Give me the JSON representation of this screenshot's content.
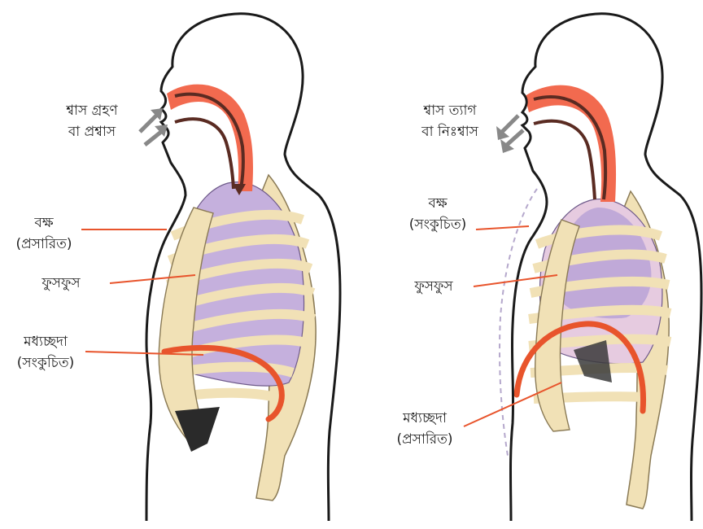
{
  "colors": {
    "skin_outline": "#1a1a1a",
    "airway": "#f26a4f",
    "airway_dark": "#5a2b22",
    "lung": "#b9a3d6",
    "lung_left_panel": "#c5b0dd",
    "lung_right_panel": "#e6cbe0",
    "rib": "#f1e1b6",
    "rib_stroke": "#8a7a55",
    "diaphragm": "#e8542c",
    "pointer": "#e8542c",
    "arrow": "#888888",
    "dashed": "#b5a8cc"
  },
  "left_panel": {
    "breath_label_1": "শ্বাস গ্রহণ",
    "breath_label_2": "বা প্রশ্বাস",
    "chest_label_1": "বক্ষ",
    "chest_label_2": "(প্রসারিত)",
    "lung_label": "ফুসফুস",
    "diaphragm_label_1": "মধ্যচ্ছদা",
    "diaphragm_label_2": "(সংকুচিত)"
  },
  "right_panel": {
    "breath_label_1": "শ্বাস ত্যাগ",
    "breath_label_2": "বা নিঃশ্বাস",
    "chest_label_1": "বক্ষ",
    "chest_label_2": "(সংকুচিত)",
    "lung_label": "ফুসফুস",
    "diaphragm_label_1": "মধ্যচ্ছদা",
    "diaphragm_label_2": "(প্রসারিত)"
  }
}
